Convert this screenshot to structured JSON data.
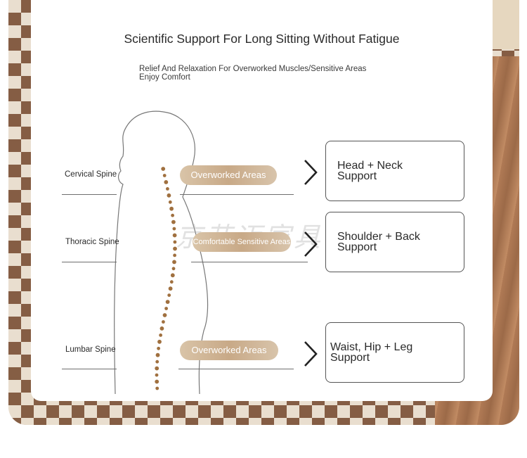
{
  "header": {
    "title": "Scientific Support For Long Sitting Without Fatigue",
    "subtitle_line1": "Relief And Relaxation For Overworked Muscles/Sensitive Areas",
    "subtitle_line2": "Enjoy Comfort"
  },
  "rows": [
    {
      "spine": "Cervical Spine",
      "area": "Overworked Areas",
      "support_line1": "Head + Neck",
      "support_line2": "Support"
    },
    {
      "spine": "Thoracic Spine",
      "area": "Comfortable Sensitive Areas",
      "support_line1": "Shoulder + Back",
      "support_line2": "Support"
    },
    {
      "spine": "Lumbar Spine",
      "area": "Overworked Areas",
      "support_line1": "Waist, Hip + Leg Support",
      "support_line2": ""
    }
  ],
  "watermark": "京艾迈家具",
  "icons": [
    "chevron-right-icon",
    "human-silhouette-icon",
    "spine-dots-icon"
  ],
  "colors": {
    "pill": "#c8a987",
    "spine_dot": "#a0703f",
    "text": "#2a2a2a"
  }
}
